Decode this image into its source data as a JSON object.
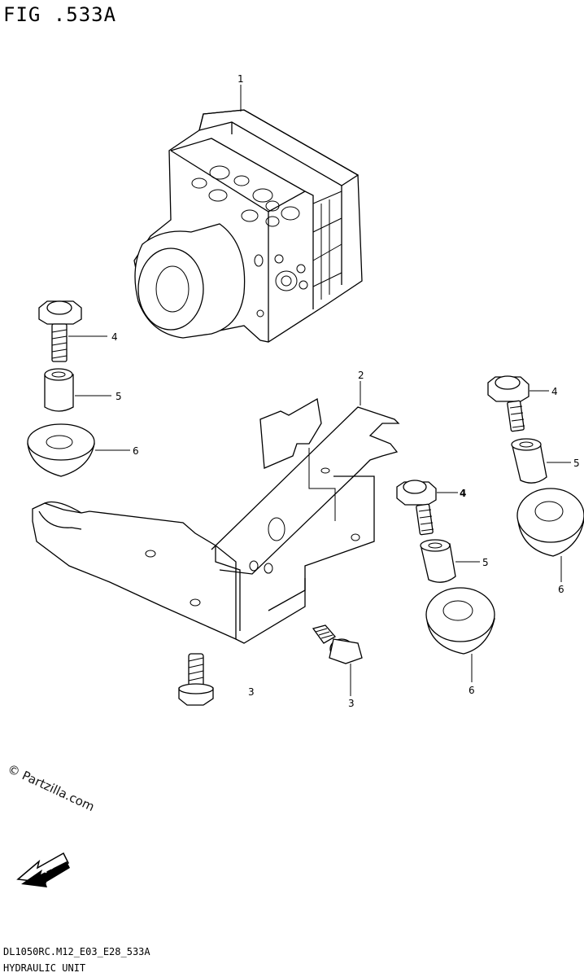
{
  "figure_title": "FIG .533A",
  "diagram_code": "DL1050RC.M12_E03_E28_533A",
  "caption": "HYDRAULIC UNIT",
  "watermark": "© Partzilla.com",
  "fwd_label": "FWD",
  "callouts": {
    "c1": "1",
    "c2": "2",
    "c3a": "3",
    "c3b": "3",
    "c4a": "4",
    "c4b": "4",
    "c4c": "4",
    "c5a": "5",
    "c5b": "5",
    "c5c": "5",
    "c6a": "6",
    "c6b": "6",
    "c6c": "6"
  }
}
